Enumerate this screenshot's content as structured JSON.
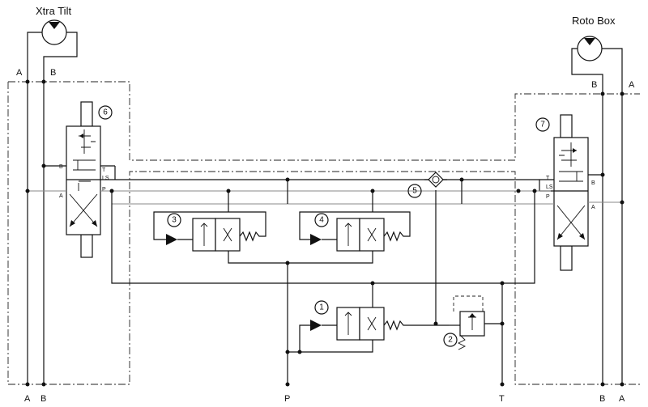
{
  "motors": {
    "left": "Xtra Tilt",
    "right": "Roto Box"
  },
  "ports": {
    "left_top_a": "A",
    "left_top_b": "B",
    "right_top_b": "B",
    "right_top_a": "A",
    "bottom": [
      "A",
      "B",
      "P",
      "T",
      "B",
      "A"
    ]
  },
  "valve_numbers": {
    "v1": "1",
    "v2": "2",
    "v3": "3",
    "v4": "4",
    "v5": "5",
    "v6": "6",
    "v7": "7"
  },
  "valve6_ports": {
    "b": "B",
    "a": "A",
    "p": "P",
    "ls": "LS",
    "t": "T"
  },
  "valve7_ports": {
    "p": "P",
    "ls": "LS",
    "t": "T",
    "b": "B",
    "a": "A"
  }
}
